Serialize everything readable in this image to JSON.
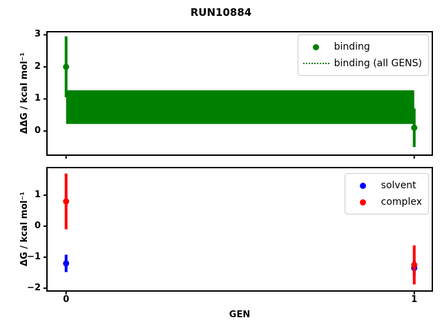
{
  "title": "RUN10884",
  "colors": {
    "binding": "#008000",
    "solvent": "#0000ff",
    "complex": "#ff0000",
    "axis": "#000000",
    "legend_border": "#cccccc",
    "background": "#ffffff"
  },
  "chart_data": [
    {
      "type": "scatter",
      "panel": "binding-free-energy-difference",
      "ylabel": "ΔΔG / kcal mol⁻¹",
      "xlabel": "",
      "xlim": [
        -0.055,
        1.052
      ],
      "ylim": [
        -0.753,
        3.096
      ],
      "yticks": [
        0,
        1,
        2,
        3
      ],
      "yticklabels": [
        "0",
        "1",
        "2",
        "3"
      ],
      "xticks": [
        0,
        1
      ],
      "xticklabels": [
        "",
        ""
      ],
      "grid": false,
      "series": [
        {
          "name": "binding",
          "color": "#008000",
          "marker": "circle",
          "x": [
            0,
            1
          ],
          "y": [
            2.0,
            0.1
          ],
          "yerr": [
            0.95,
            0.6
          ]
        }
      ],
      "band": {
        "name": "binding (all GENS)",
        "color": "#008000",
        "x": [
          0,
          1
        ],
        "low": 0.22,
        "high": 1.27,
        "center": 0.75,
        "linestyle": "dotted"
      },
      "legend": {
        "position": "upper right",
        "items": [
          {
            "label": "binding",
            "glyph": "dot",
            "color": "#008000"
          },
          {
            "label": "binding (all GENS)",
            "glyph": "dotted-line",
            "color": "#008000"
          }
        ]
      }
    },
    {
      "type": "scatter",
      "panel": "free-energy",
      "ylabel": "ΔG / kcal mol⁻¹",
      "xlabel": "GEN",
      "xlim": [
        -0.055,
        1.052
      ],
      "ylim": [
        -2.091,
        1.891
      ],
      "yticks": [
        -2,
        -1,
        0,
        1
      ],
      "yticklabels": [
        "−2",
        "−1",
        "0",
        "1"
      ],
      "xticks": [
        0,
        1
      ],
      "xticklabels": [
        "0",
        "1"
      ],
      "grid": false,
      "series": [
        {
          "name": "solvent",
          "color": "#0000ff",
          "marker": "circle",
          "x": [
            0,
            1
          ],
          "y": [
            -1.2,
            -1.35
          ],
          "yerr": [
            0.28,
            0.25
          ]
        },
        {
          "name": "complex",
          "color": "#ff0000",
          "marker": "circle",
          "x": [
            0,
            1
          ],
          "y": [
            0.8,
            -1.25
          ],
          "yerr": [
            0.9,
            0.63
          ]
        }
      ],
      "legend": {
        "position": "upper right",
        "items": [
          {
            "label": "solvent",
            "glyph": "dot",
            "color": "#0000ff"
          },
          {
            "label": "complex",
            "glyph": "dot",
            "color": "#ff0000"
          }
        ]
      }
    }
  ]
}
